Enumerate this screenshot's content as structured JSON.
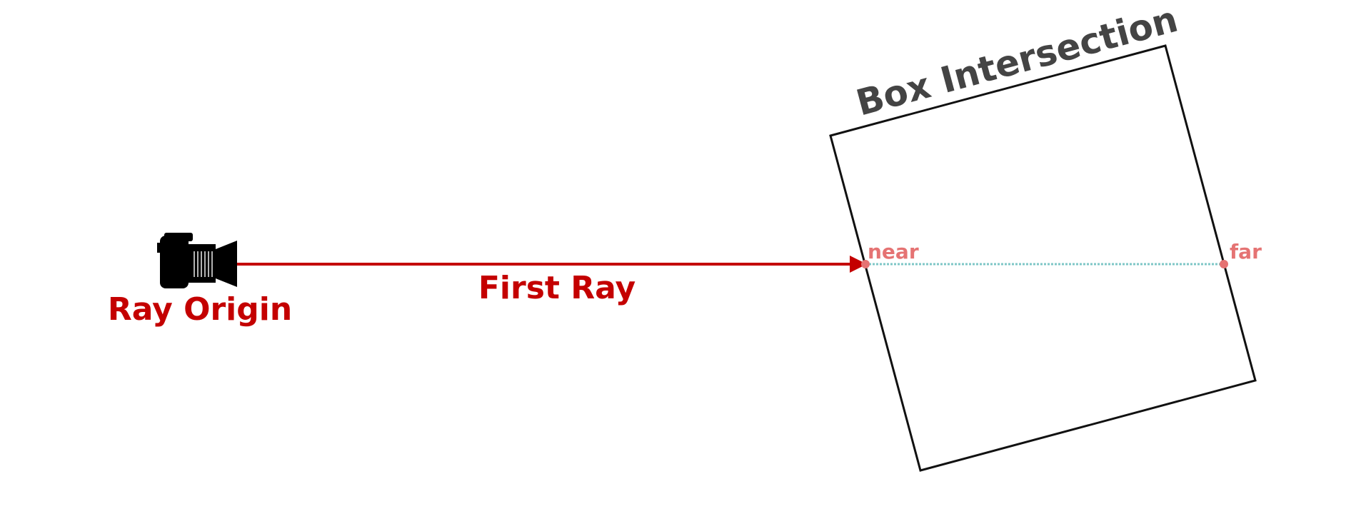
{
  "labels": {
    "ray_origin": "Ray Origin",
    "first_ray": "First Ray",
    "box_title": "Box Intersection",
    "near": "near",
    "far": "far"
  },
  "icons": {
    "origin": "camera-icon"
  },
  "colors": {
    "ray": "#c40000",
    "box_outline": "#111111",
    "box_title": "#444444",
    "intersection_point": "#e57373",
    "inside_segment": "#7fc7c7",
    "background": "#ffffff"
  },
  "box": {
    "rotation_deg": -15,
    "ray_enters_at": "near",
    "ray_exits_at": "far"
  }
}
